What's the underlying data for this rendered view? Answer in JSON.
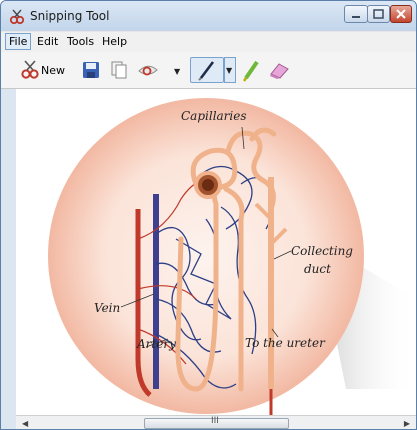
{
  "window": {
    "title": "Snipping Tool"
  },
  "menu": {
    "items": [
      "File",
      "Edit",
      "Tools",
      "Help"
    ]
  },
  "toolbar": {
    "new_label": "New"
  },
  "diagram": {
    "labels": {
      "capillaries": "Capillaries",
      "collecting_duct_line1": "Collecting",
      "collecting_duct_line2": "duct",
      "vein": "Vein",
      "artery": "Artery",
      "ureter": "To the ureter"
    }
  },
  "scrollbar": {
    "grip": "III"
  },
  "colors": {
    "vein": "#3e3f8f",
    "artery": "#c0392b",
    "tubule": "#f0b28a",
    "background_circle": "#f6c9b8"
  }
}
